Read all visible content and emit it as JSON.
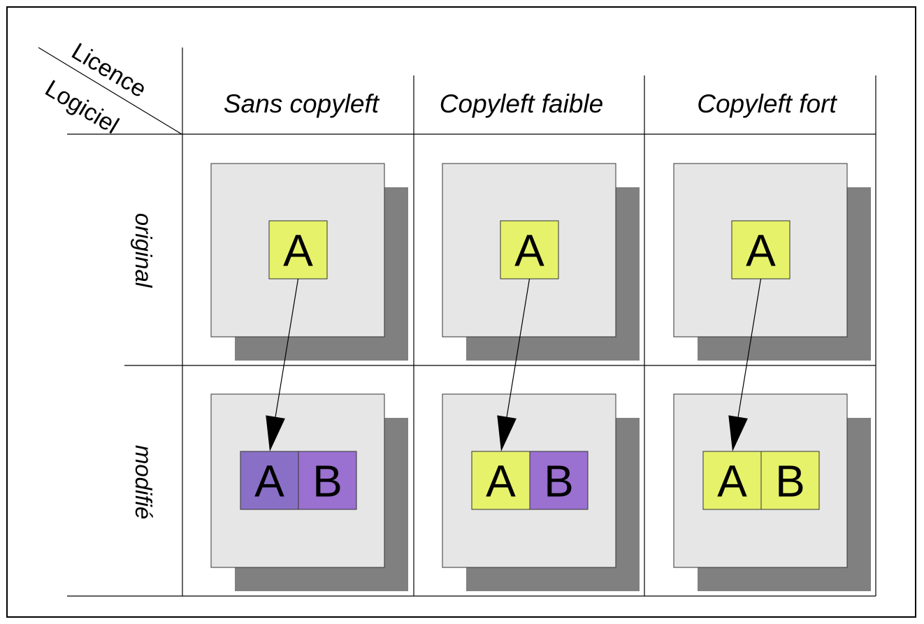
{
  "corner": {
    "top_label": "Licence",
    "bottom_label": "Logiciel"
  },
  "columns": [
    {
      "label": "Sans copyleft"
    },
    {
      "label": "Copyleft faible"
    },
    {
      "label": "Copyleft fort"
    }
  ],
  "rows": [
    {
      "label": "original"
    },
    {
      "label": "modifié"
    }
  ],
  "colors": {
    "shadow": "#808080",
    "panel": "#e6e6e6",
    "yellow": "#e6f26a",
    "purple_dark": "#8a6fc7",
    "purple": "#9a70d0"
  },
  "cells": {
    "original": [
      {
        "letter": "A",
        "fill": "yellow"
      },
      {
        "letter": "A",
        "fill": "yellow"
      },
      {
        "letter": "A",
        "fill": "yellow"
      }
    ],
    "modified": [
      {
        "left": "A",
        "left_fill": "purple_dark",
        "right": "B",
        "right_fill": "purple"
      },
      {
        "left": "A",
        "left_fill": "yellow",
        "right": "B",
        "right_fill": "purple"
      },
      {
        "left": "A",
        "left_fill": "yellow",
        "right": "B",
        "right_fill": "yellow"
      }
    ]
  }
}
